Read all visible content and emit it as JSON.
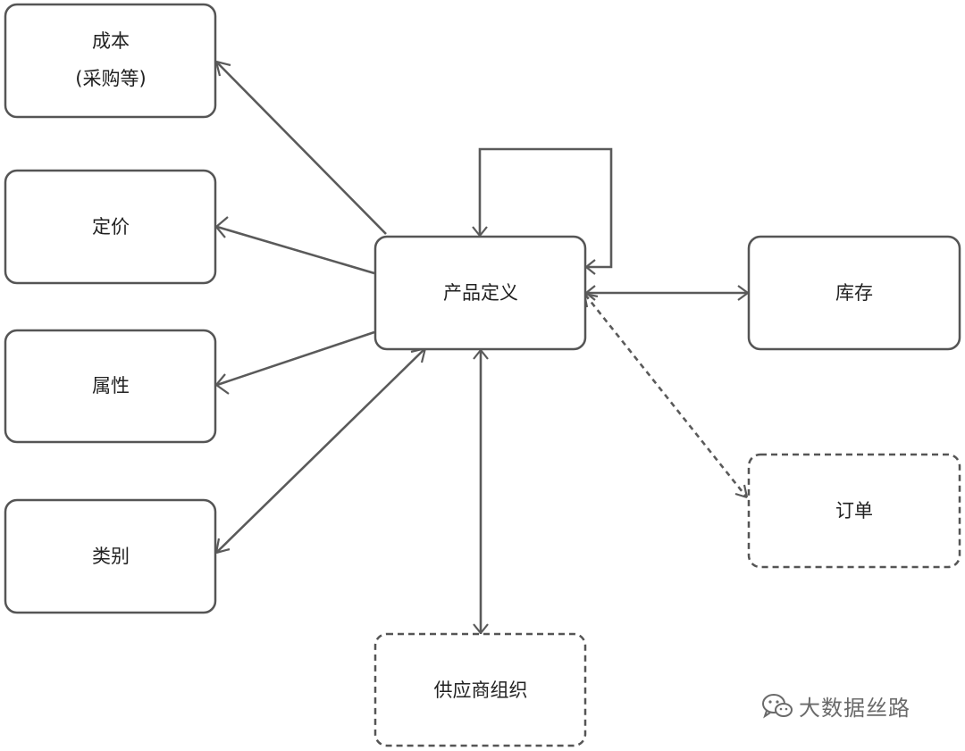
{
  "diagram": {
    "entities": {
      "cost": {
        "line1": "成本",
        "line2": "(采购等)"
      },
      "pricing": {
        "label": "定价"
      },
      "attribute": {
        "label": "属性"
      },
      "category": {
        "label": "类别"
      },
      "product": {
        "label": "产品定义"
      },
      "inventory": {
        "label": "库存"
      },
      "order": {
        "label": "订单"
      },
      "supplier": {
        "label": "供应商组织"
      }
    }
  },
  "watermark": {
    "text": "大数据丝路",
    "icon": "wechat-icon"
  },
  "colors": {
    "line": "#5a5a5a",
    "box_border": "#555555",
    "text": "#222222",
    "watermark": "#6a6a6a"
  }
}
